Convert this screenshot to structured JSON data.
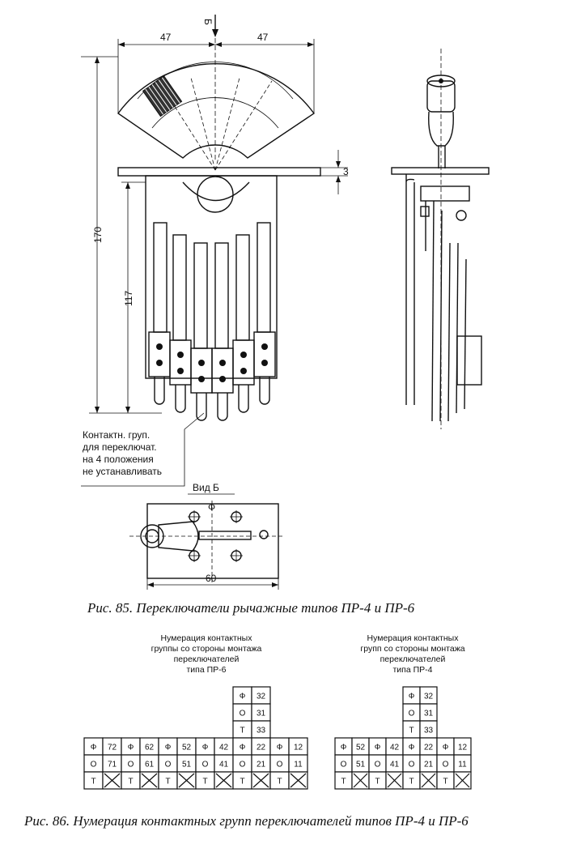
{
  "fig85": {
    "caption": "Рис. 85. Переключатели рычажные типов ПР-4 и ПР-6",
    "dims": {
      "left_width": "47",
      "right_width": "47",
      "view_arrow": "Б",
      "plate_thickness": "3",
      "height_total": "170",
      "height_lower": "117",
      "bottom_width": "60"
    },
    "callout_lines": [
      "Контактн. груп.",
      "для переключат.",
      "на 4 положения",
      "не устанавливать"
    ],
    "view_label": "Вид Б",
    "phi_mark": "Ф"
  },
  "fig86": {
    "caption": "Рис. 86. Нумерация контактных групп переключателей типов ПР-4 и ПР-6",
    "pr6": {
      "title_lines": [
        "Нумерация контактных",
        "группы со стороны монтажа",
        "переключателей",
        "типа ПР-6"
      ],
      "top_rows": [
        [
          "Ф",
          "32"
        ],
        [
          "О",
          "31"
        ],
        [
          "Т",
          "33"
        ]
      ],
      "rows": [
        [
          "Ф",
          "72",
          "Ф",
          "62",
          "Ф",
          "52",
          "Ф",
          "42",
          "Ф",
          "22",
          "Ф",
          "12"
        ],
        [
          "О",
          "71",
          "О",
          "61",
          "О",
          "51",
          "О",
          "41",
          "О",
          "21",
          "О",
          "11"
        ],
        [
          "Т",
          "X",
          "Т",
          "X",
          "Т",
          "X",
          "Т",
          "X",
          "Т",
          "X",
          "Т",
          "X"
        ]
      ]
    },
    "pr4": {
      "title_lines": [
        "Нумерация контактных",
        "групп со стороны монтажа",
        "переключателей",
        "типа ПР-4"
      ],
      "top_rows": [
        [
          "Ф",
          "32"
        ],
        [
          "О",
          "31"
        ],
        [
          "Т",
          "33"
        ]
      ],
      "rows": [
        [
          "Ф",
          "52",
          "Ф",
          "42",
          "Ф",
          "22",
          "Ф",
          "12"
        ],
        [
          "О",
          "51",
          "О",
          "41",
          "О",
          "21",
          "О",
          "11"
        ],
        [
          "Т",
          "X",
          "Т",
          "X",
          "Т",
          "X",
          "Т",
          "X"
        ]
      ]
    }
  }
}
